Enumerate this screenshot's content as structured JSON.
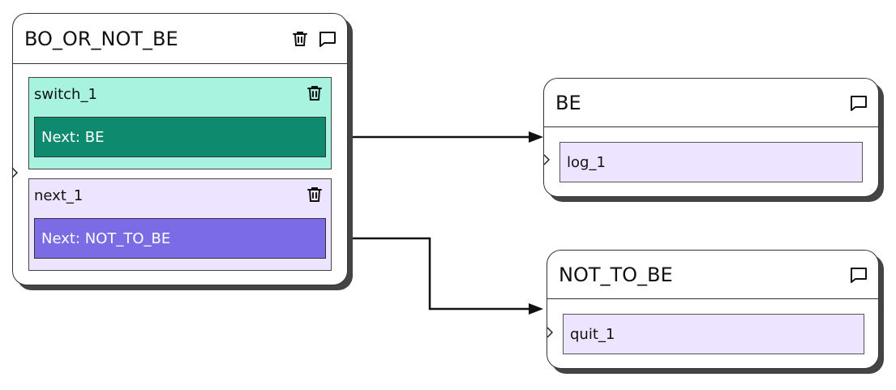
{
  "colors": {
    "switch_card_bg": "#a8f3e0",
    "switch_next_bg": "#0e8a6e",
    "next_card_bg": "#ede5ff",
    "next_next_bg": "#7b6ce6",
    "leaf_bg": "#ede5ff",
    "edge": "#111111"
  },
  "nodes": {
    "bo_or_not_be": {
      "title": "BO_OR_NOT_BE",
      "cards": [
        {
          "label": "switch_1",
          "next": "Next: BE"
        },
        {
          "label": "next_1",
          "next": "Next: NOT_TO_BE"
        }
      ]
    },
    "be": {
      "title": "BE",
      "items": [
        {
          "label": "log_1"
        }
      ]
    },
    "not_to_be": {
      "title": "NOT_TO_BE",
      "items": [
        {
          "label": "quit_1"
        }
      ]
    }
  },
  "edges": [
    {
      "from": "switch_1",
      "to": "BE"
    },
    {
      "from": "next_1",
      "to": "NOT_TO_BE"
    }
  ]
}
